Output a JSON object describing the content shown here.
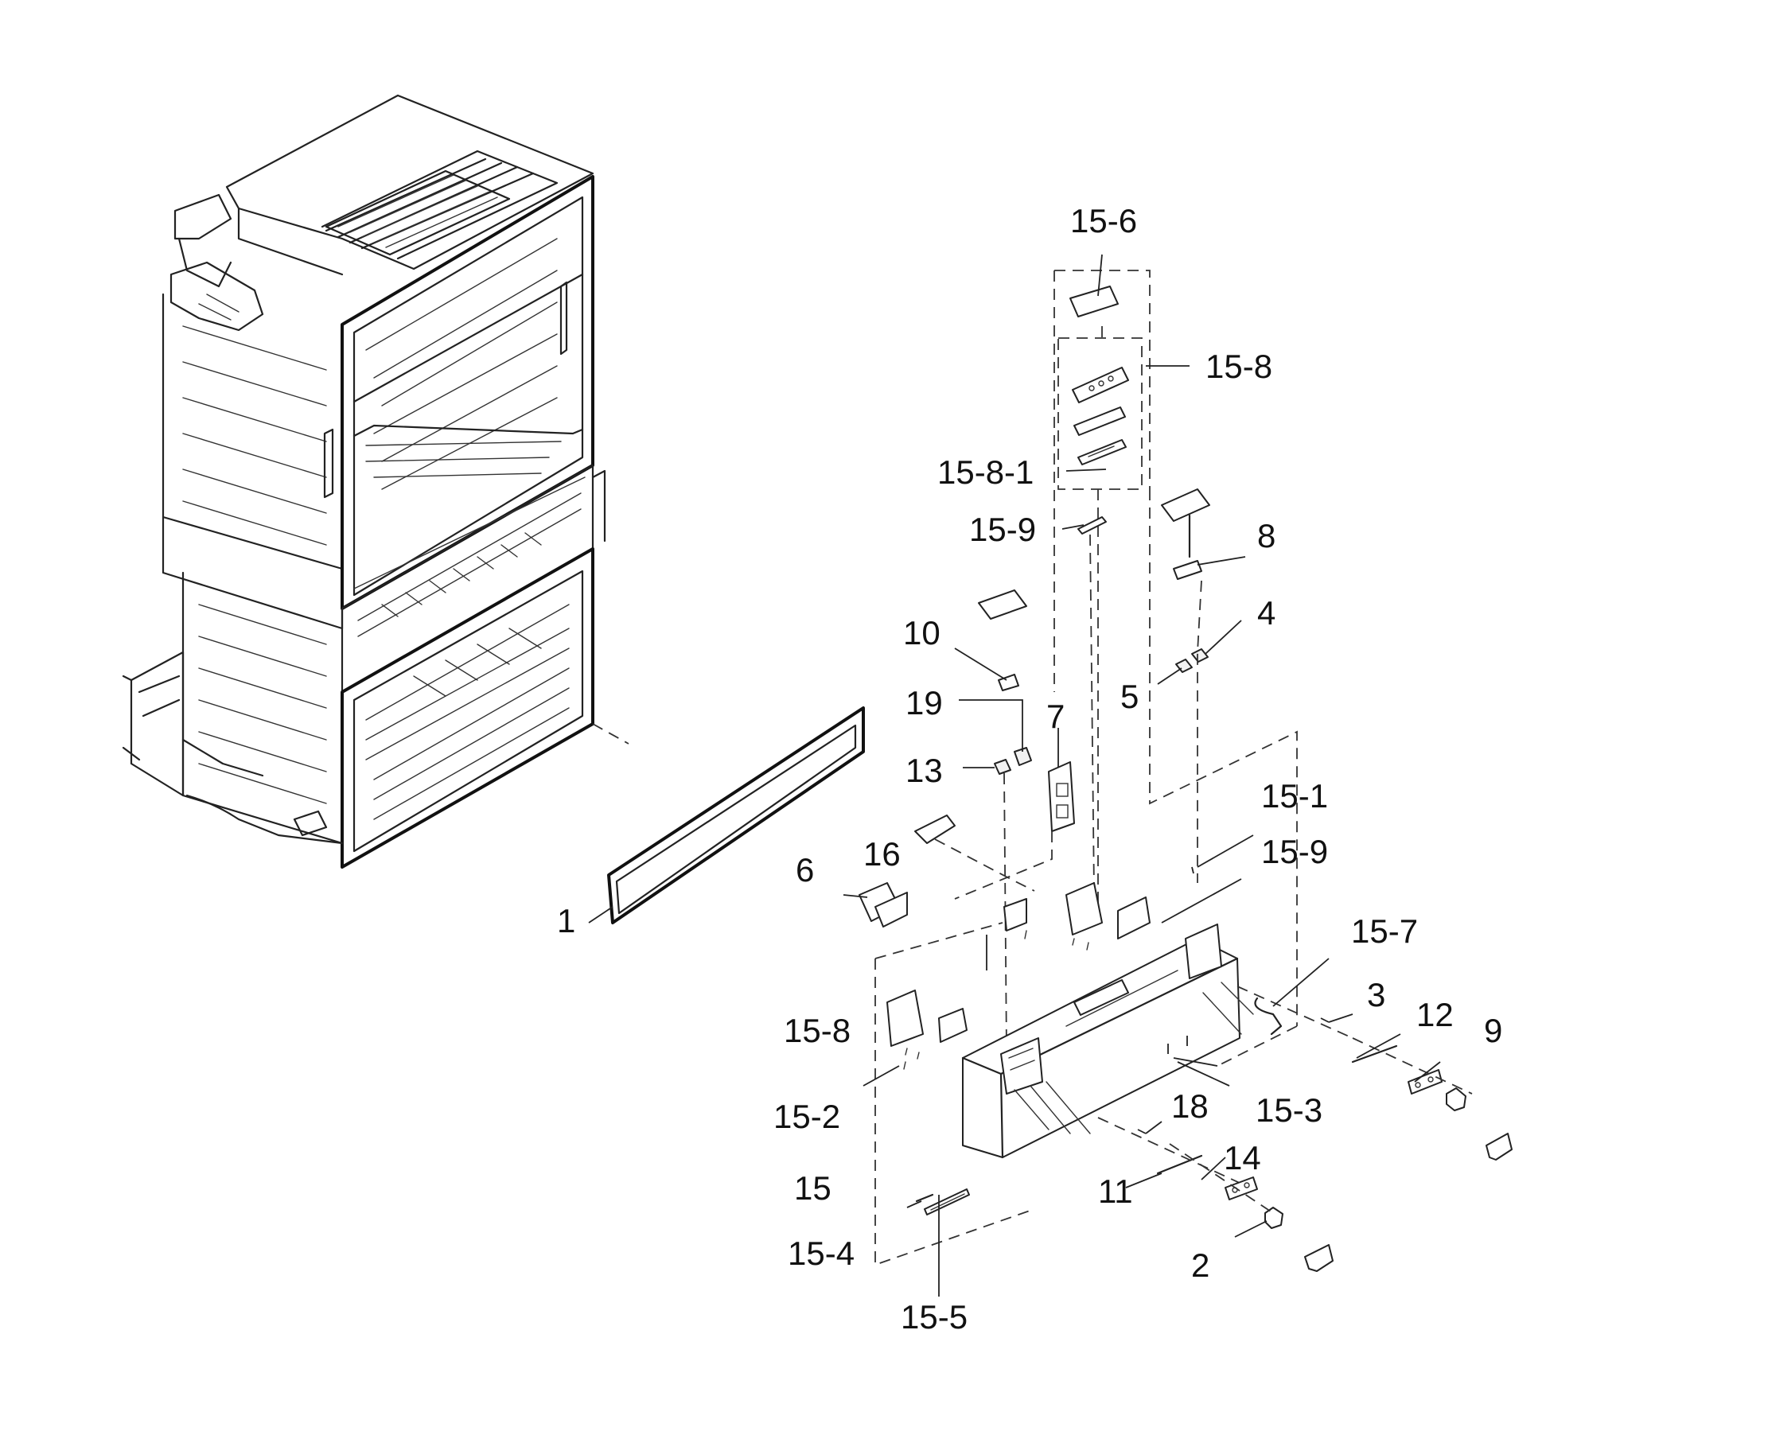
{
  "callouts": [
    {
      "id": "c-15-6",
      "text": "15-6"
    },
    {
      "id": "c-15-8a",
      "text": "15-8"
    },
    {
      "id": "c-15-8-1",
      "text": "15-8-1"
    },
    {
      "id": "c-15-9a",
      "text": "15-9"
    },
    {
      "id": "c-8",
      "text": "8"
    },
    {
      "id": "c-4",
      "text": "4"
    },
    {
      "id": "c-10",
      "text": "10"
    },
    {
      "id": "c-5",
      "text": "5"
    },
    {
      "id": "c-19",
      "text": "19"
    },
    {
      "id": "c-7",
      "text": "7"
    },
    {
      "id": "c-13",
      "text": "13"
    },
    {
      "id": "c-15-1",
      "text": "15-1"
    },
    {
      "id": "c-16",
      "text": "16"
    },
    {
      "id": "c-15-9b",
      "text": "15-9"
    },
    {
      "id": "c-6",
      "text": "6"
    },
    {
      "id": "c-1",
      "text": "1"
    },
    {
      "id": "c-15-7",
      "text": "15-7"
    },
    {
      "id": "c-3",
      "text": "3"
    },
    {
      "id": "c-12",
      "text": "12"
    },
    {
      "id": "c-9",
      "text": "9"
    },
    {
      "id": "c-15-8b",
      "text": "15-8"
    },
    {
      "id": "c-18",
      "text": "18"
    },
    {
      "id": "c-15-3",
      "text": "15-3"
    },
    {
      "id": "c-15-2",
      "text": "15-2"
    },
    {
      "id": "c-14",
      "text": "14"
    },
    {
      "id": "c-15",
      "text": "15"
    },
    {
      "id": "c-11",
      "text": "11"
    },
    {
      "id": "c-15-4",
      "text": "15-4"
    },
    {
      "id": "c-2",
      "text": "2"
    },
    {
      "id": "c-15-5",
      "text": "15-5"
    }
  ]
}
